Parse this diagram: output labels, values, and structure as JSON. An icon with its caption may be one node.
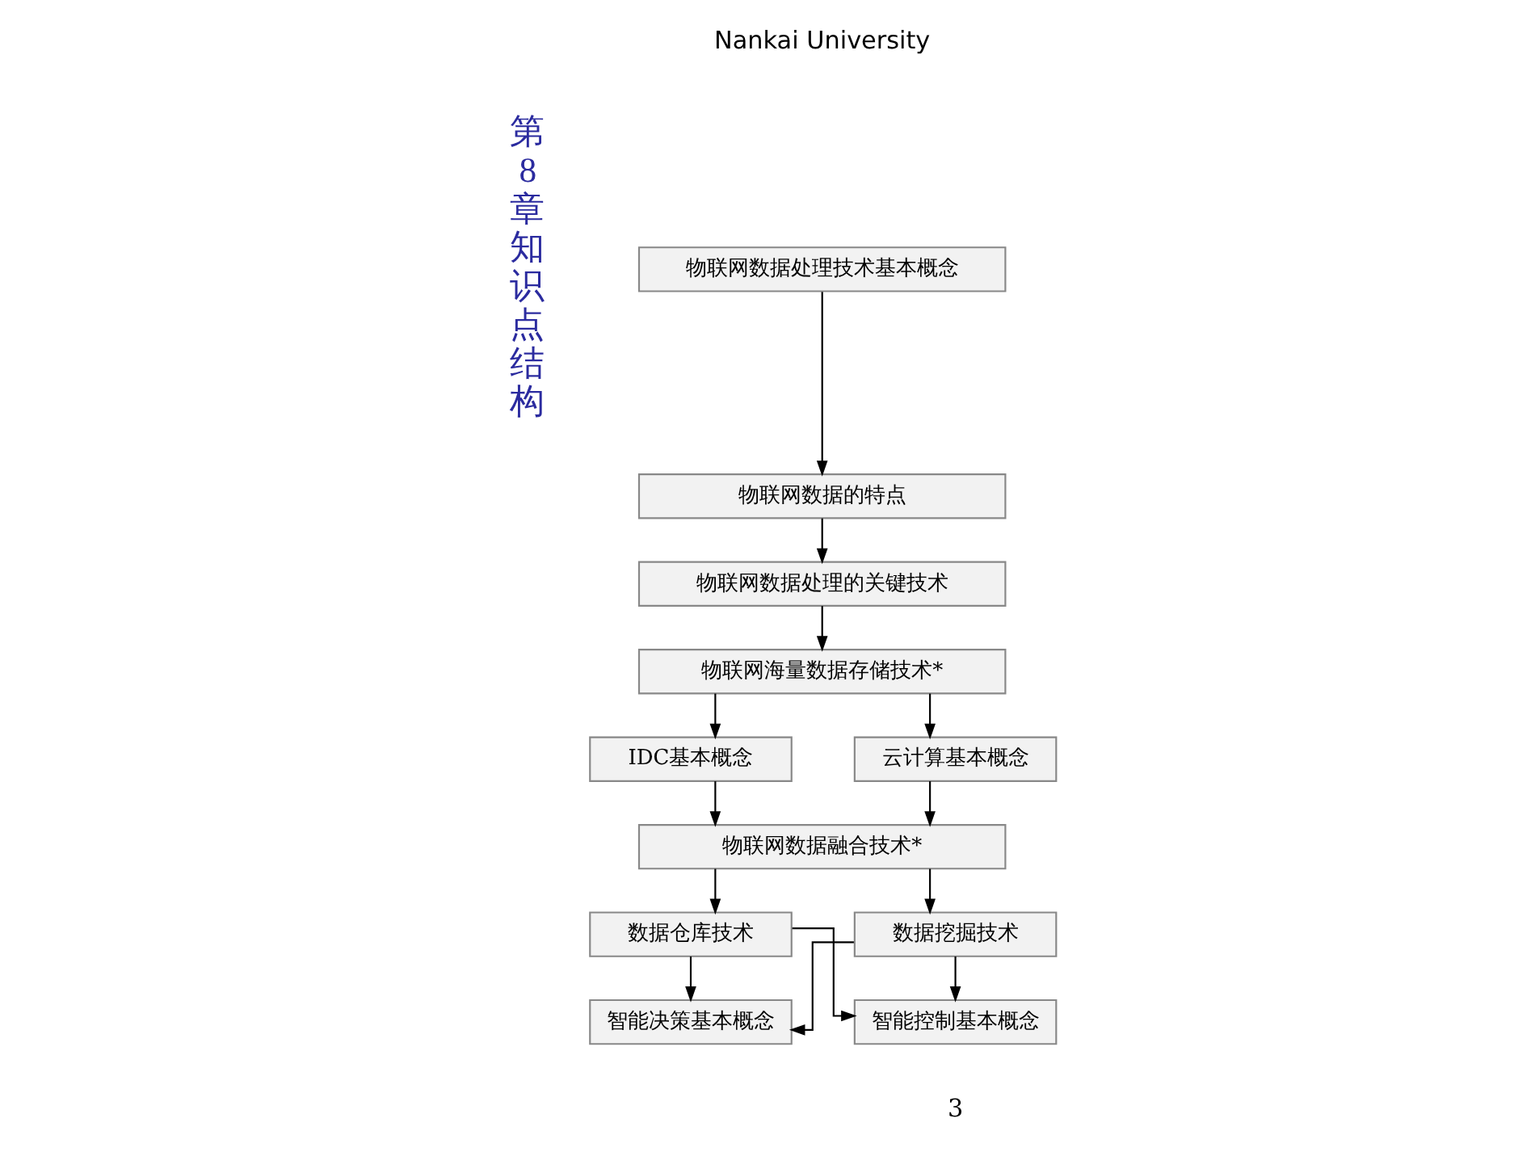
{
  "diagram": {
    "nodes": [
      {
        "text": [
          "物联网数据处理技术基本概念"
        ]
      },
      {
        "text": [
          "物联网数据的特点"
        ]
      },
      {
        "text": [
          "物联网数据处理的关键技术"
        ]
      },
      {
        "text": [
          "物联网海量数据存储技术*"
        ]
      },
      {
        "text": [
          "IDC基本概念"
        ]
      },
      {
        "text": [
          "云计算基本概念"
        ]
      },
      {
        "text": [
          "物联网数据融合技术*"
        ]
      },
      {
        "text": [
          "数据仓库技术"
        ]
      },
      {
        "text": [
          "数据挖掘技术"
        ]
      },
      {
        "text": [
          "智能决策基本概念"
        ]
      },
      {
        "text": [
          "智能控制基本概念"
        ]
      }
    ],
    "edges": [
      {
        "from": 0,
        "to": 1,
        "arrow": "to"
      },
      {
        "from": 1,
        "to": 2,
        "arrow": "to"
      },
      {
        "from": 2,
        "to": 3,
        "arrow": "to"
      },
      {
        "from": 3,
        "to": 4,
        "arrow": "to"
      },
      {
        "from": 3,
        "to": 5,
        "arrow": "to"
      },
      {
        "from": 4,
        "to": 6,
        "arrow": "to"
      },
      {
        "from": 5,
        "to": 6,
        "arrow": "to"
      },
      {
        "from": 6,
        "to": 7,
        "arrow": "to"
      },
      {
        "from": 6,
        "to": 8,
        "arrow": "to"
      },
      {
        "from": 7,
        "to": 9,
        "arrow": "to"
      },
      {
        "from": 7,
        "to": 10,
        "arrow": "to"
      },
      {
        "from": 8,
        "to": 9,
        "arrow": "to"
      },
      {
        "from": 8,
        "to": 10,
        "arrow": "to"
      }
    ],
    "labels": [
      "Nankai University",
      "第8章知识点结构",
      "3"
    ]
  }
}
